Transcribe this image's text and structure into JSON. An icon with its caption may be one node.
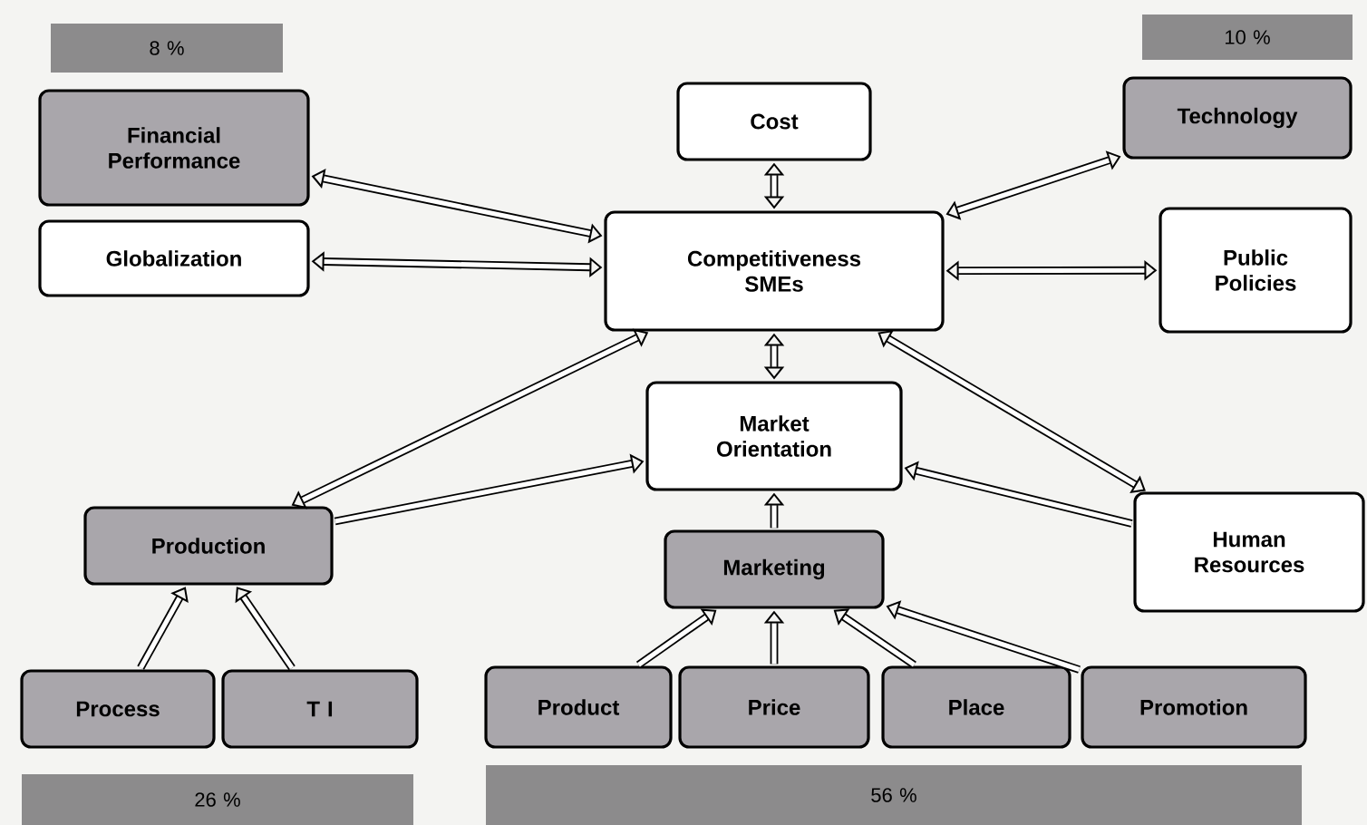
{
  "diagram": {
    "nodes": [
      {
        "text": [
          "8 %"
        ]
      },
      {
        "text": [
          "10 %"
        ]
      },
      {
        "text": [
          "Financial Performance"
        ]
      },
      {
        "text": [
          "Cost"
        ]
      },
      {
        "text": [
          "Technology"
        ]
      },
      {
        "text": [
          "Globalization"
        ]
      },
      {
        "text": [
          "Competitiveness SMEs"
        ]
      },
      {
        "text": [
          "Public Policies"
        ]
      },
      {
        "text": [
          "Market Orientation"
        ]
      },
      {
        "text": [
          "Production"
        ]
      },
      {
        "text": [
          "Marketing"
        ]
      },
      {
        "text": [
          "Human Resources"
        ]
      },
      {
        "text": [
          "Process"
        ]
      },
      {
        "text": [
          "T I"
        ]
      },
      {
        "text": [
          "Product"
        ]
      },
      {
        "text": [
          "Price"
        ]
      },
      {
        "text": [
          "Place"
        ]
      },
      {
        "text": [
          "Promotion"
        ]
      },
      {
        "text": [
          "26 %"
        ]
      },
      {
        "text": [
          "56 %"
        ]
      }
    ],
    "edges": [
      {
        "from": 2,
        "to": 6,
        "arrow": "both"
      },
      {
        "from": 5,
        "to": 6,
        "arrow": "both"
      },
      {
        "from": 3,
        "to": 6,
        "arrow": "both"
      },
      {
        "from": 6,
        "to": 4,
        "arrow": "both"
      },
      {
        "from": 6,
        "to": 7,
        "arrow": "both"
      },
      {
        "from": 6,
        "to": 8,
        "arrow": "both"
      },
      {
        "from": 9,
        "to": 6,
        "arrow": "both"
      },
      {
        "from": 9,
        "to": 8,
        "arrow": "to"
      },
      {
        "from": 6,
        "to": 11,
        "arrow": "both"
      },
      {
        "from": 11,
        "to": 8,
        "arrow": "to"
      },
      {
        "from": 10,
        "to": 8,
        "arrow": "to"
      },
      {
        "from": 12,
        "to": 9,
        "arrow": "to"
      },
      {
        "from": 13,
        "to": 9,
        "arrow": "to"
      },
      {
        "from": 14,
        "to": 10,
        "arrow": "to"
      },
      {
        "from": 15,
        "to": 10,
        "arrow": "to"
      },
      {
        "from": 16,
        "to": 10,
        "arrow": "to"
      },
      {
        "from": 17,
        "to": 10,
        "arrow": "to"
      }
    ]
  }
}
